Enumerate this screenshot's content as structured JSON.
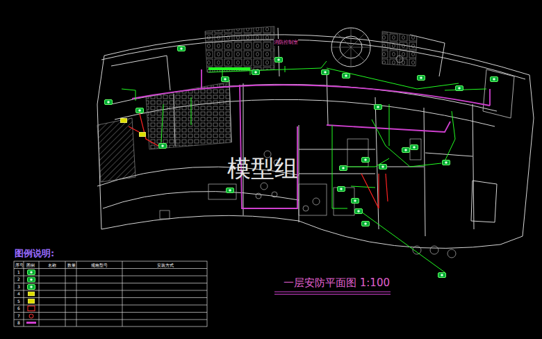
{
  "diagram": {
    "title": "一层安防平面图 1:100",
    "nodes": [
      {
        "text": [
          "消防控制室"
        ]
      }
    ],
    "labels": [
      "模型组",
      "图例说明:",
      "序号",
      "图例",
      "名称",
      "数量",
      "规格型号",
      "安装方式",
      "1",
      "2",
      "3",
      "4",
      "5",
      "6",
      "7",
      "8"
    ]
  }
}
